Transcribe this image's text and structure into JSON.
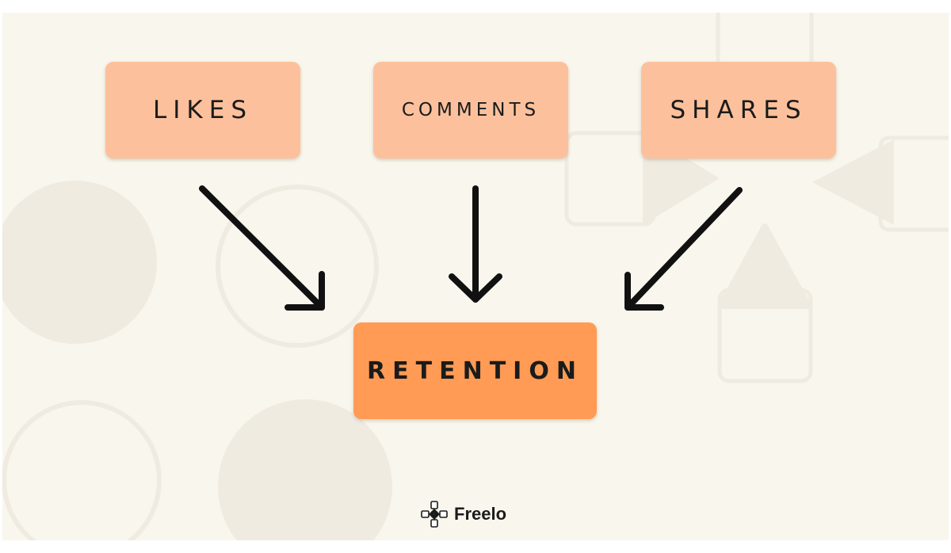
{
  "diagram": {
    "sources": [
      {
        "id": "likes",
        "label": "LIKES"
      },
      {
        "id": "comments",
        "label": "COMMENTS"
      },
      {
        "id": "shares",
        "label": "SHARES"
      }
    ],
    "target": {
      "id": "retention",
      "label": "RETENTION"
    },
    "edges": [
      {
        "from": "likes",
        "to": "retention"
      },
      {
        "from": "comments",
        "to": "retention"
      },
      {
        "from": "shares",
        "to": "retention"
      }
    ]
  },
  "brand": {
    "name": "Freelo",
    "icon": "freelo-logo-icon"
  },
  "colors": {
    "background": "#f9f6ed",
    "source_box": "#fcc19c",
    "target_box": "#ff9b54",
    "arrow": "#111111",
    "decor": "#efebe1"
  }
}
